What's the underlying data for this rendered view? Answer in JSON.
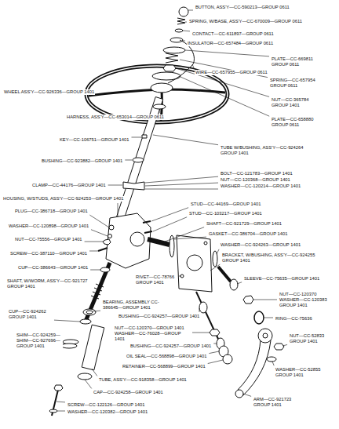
{
  "diagram": {
    "labels": [
      "BUTTON, ASS'Y—CC-590213—GROUP 0611",
      "SPRING, W/BASE, ASS'Y—CC-670009—GROUP 0611",
      "CONTACT—CC-611897—GROUP 0611",
      "INSULATOR—CC-657484—GROUP 0611",
      "PLATE—CC-669811 GROUP 0611",
      "WIRE—CC-657955—GROUP 0611",
      "SPRING—CC-657954 GROUP 0611",
      "WHEEL ASS'Y—CC-926336—GROUP 1401",
      "NUT—CC-365784 GROUP 1401",
      "HARNESS, ASS'Y—CC-653014—GROUP 0611",
      "PLATE—CC-658880 GROUP 0611",
      "KEY—CC-106751—GROUP 1401",
      "TUBE W/BUSHING, ASS'Y—CC-924264 GROUP 1401",
      "BUSHING—CC-923882—GROUP 1401",
      "BOLT—CC-121783—GROUP 1401",
      "NUT—CC-120368—GROUP 1401",
      "CLAMP—CC-44176—GROUP 1401",
      "WASHER—CC-120214—GROUP 1401",
      "HOUSING, W/STUDS, ASS'Y—CC-924253—GROUP 1401",
      "STUD—CC-44169—GROUP 1401",
      "PLUG—CC-386718—GROUP 1401",
      "STUD—CC-103217—GROUP 1401",
      "SHAFT—CC-921729—GROUP 1401",
      "WASHER—CC-120898—GROUP 1401",
      "GASKET—CC-386704—GROUP 1401",
      "NUT—CC-75556—GROUP 1401",
      "WASHER—CC-924263—GROUP 1401",
      "SCREW—CC-387110—GROUP 1401",
      "BRACKET, W/BUSHING, ASS'Y—CC-924255 GROUP 1401",
      "CUP—CC-386643—GROUP 1401",
      "RIVET—CC-78766 GROUP 1401",
      "SHAFT, W/WORM, ASS'Y—CC-921727 GROUP 1401",
      "SLEEVE—CC-75635—GROUP 1401",
      "NUT—CC-120370 WASHER—CC-120383 GROUP 1401",
      "BEARING, ASSEMBLY CC-386645—GROUP 1401",
      "CUP—CC-924262 GROUP 1401",
      "BUSHING—CC-924257—GROUP 1401",
      "RING—CC-75636",
      "NUT—CC-120370—GROUP 1401 WASHER—CC-76028—GROUP 1401",
      "SHIM—CC-924259— SHIM—CC-927696— GROUP 1401",
      "NUT—CC-52833 GROUP 1401",
      "BUSHING—CC-924257—GROUP 1401",
      "OIL SEAL—CC-568898—GROUP 1401",
      "RETAINER—CC-568899—GROUP 1401",
      "WASHER—CC-52855 GROUP 1401",
      "TUBE, ASS'Y—CC-918358—GROUP 1401",
      "CAP—CC-924258—GROUP 1401",
      "ARM—CC-921723 GROUP 1401",
      "SCREW—CC-122126—GROUP 1401",
      "WASHER—CC-120382—GROUP 1401"
    ]
  }
}
